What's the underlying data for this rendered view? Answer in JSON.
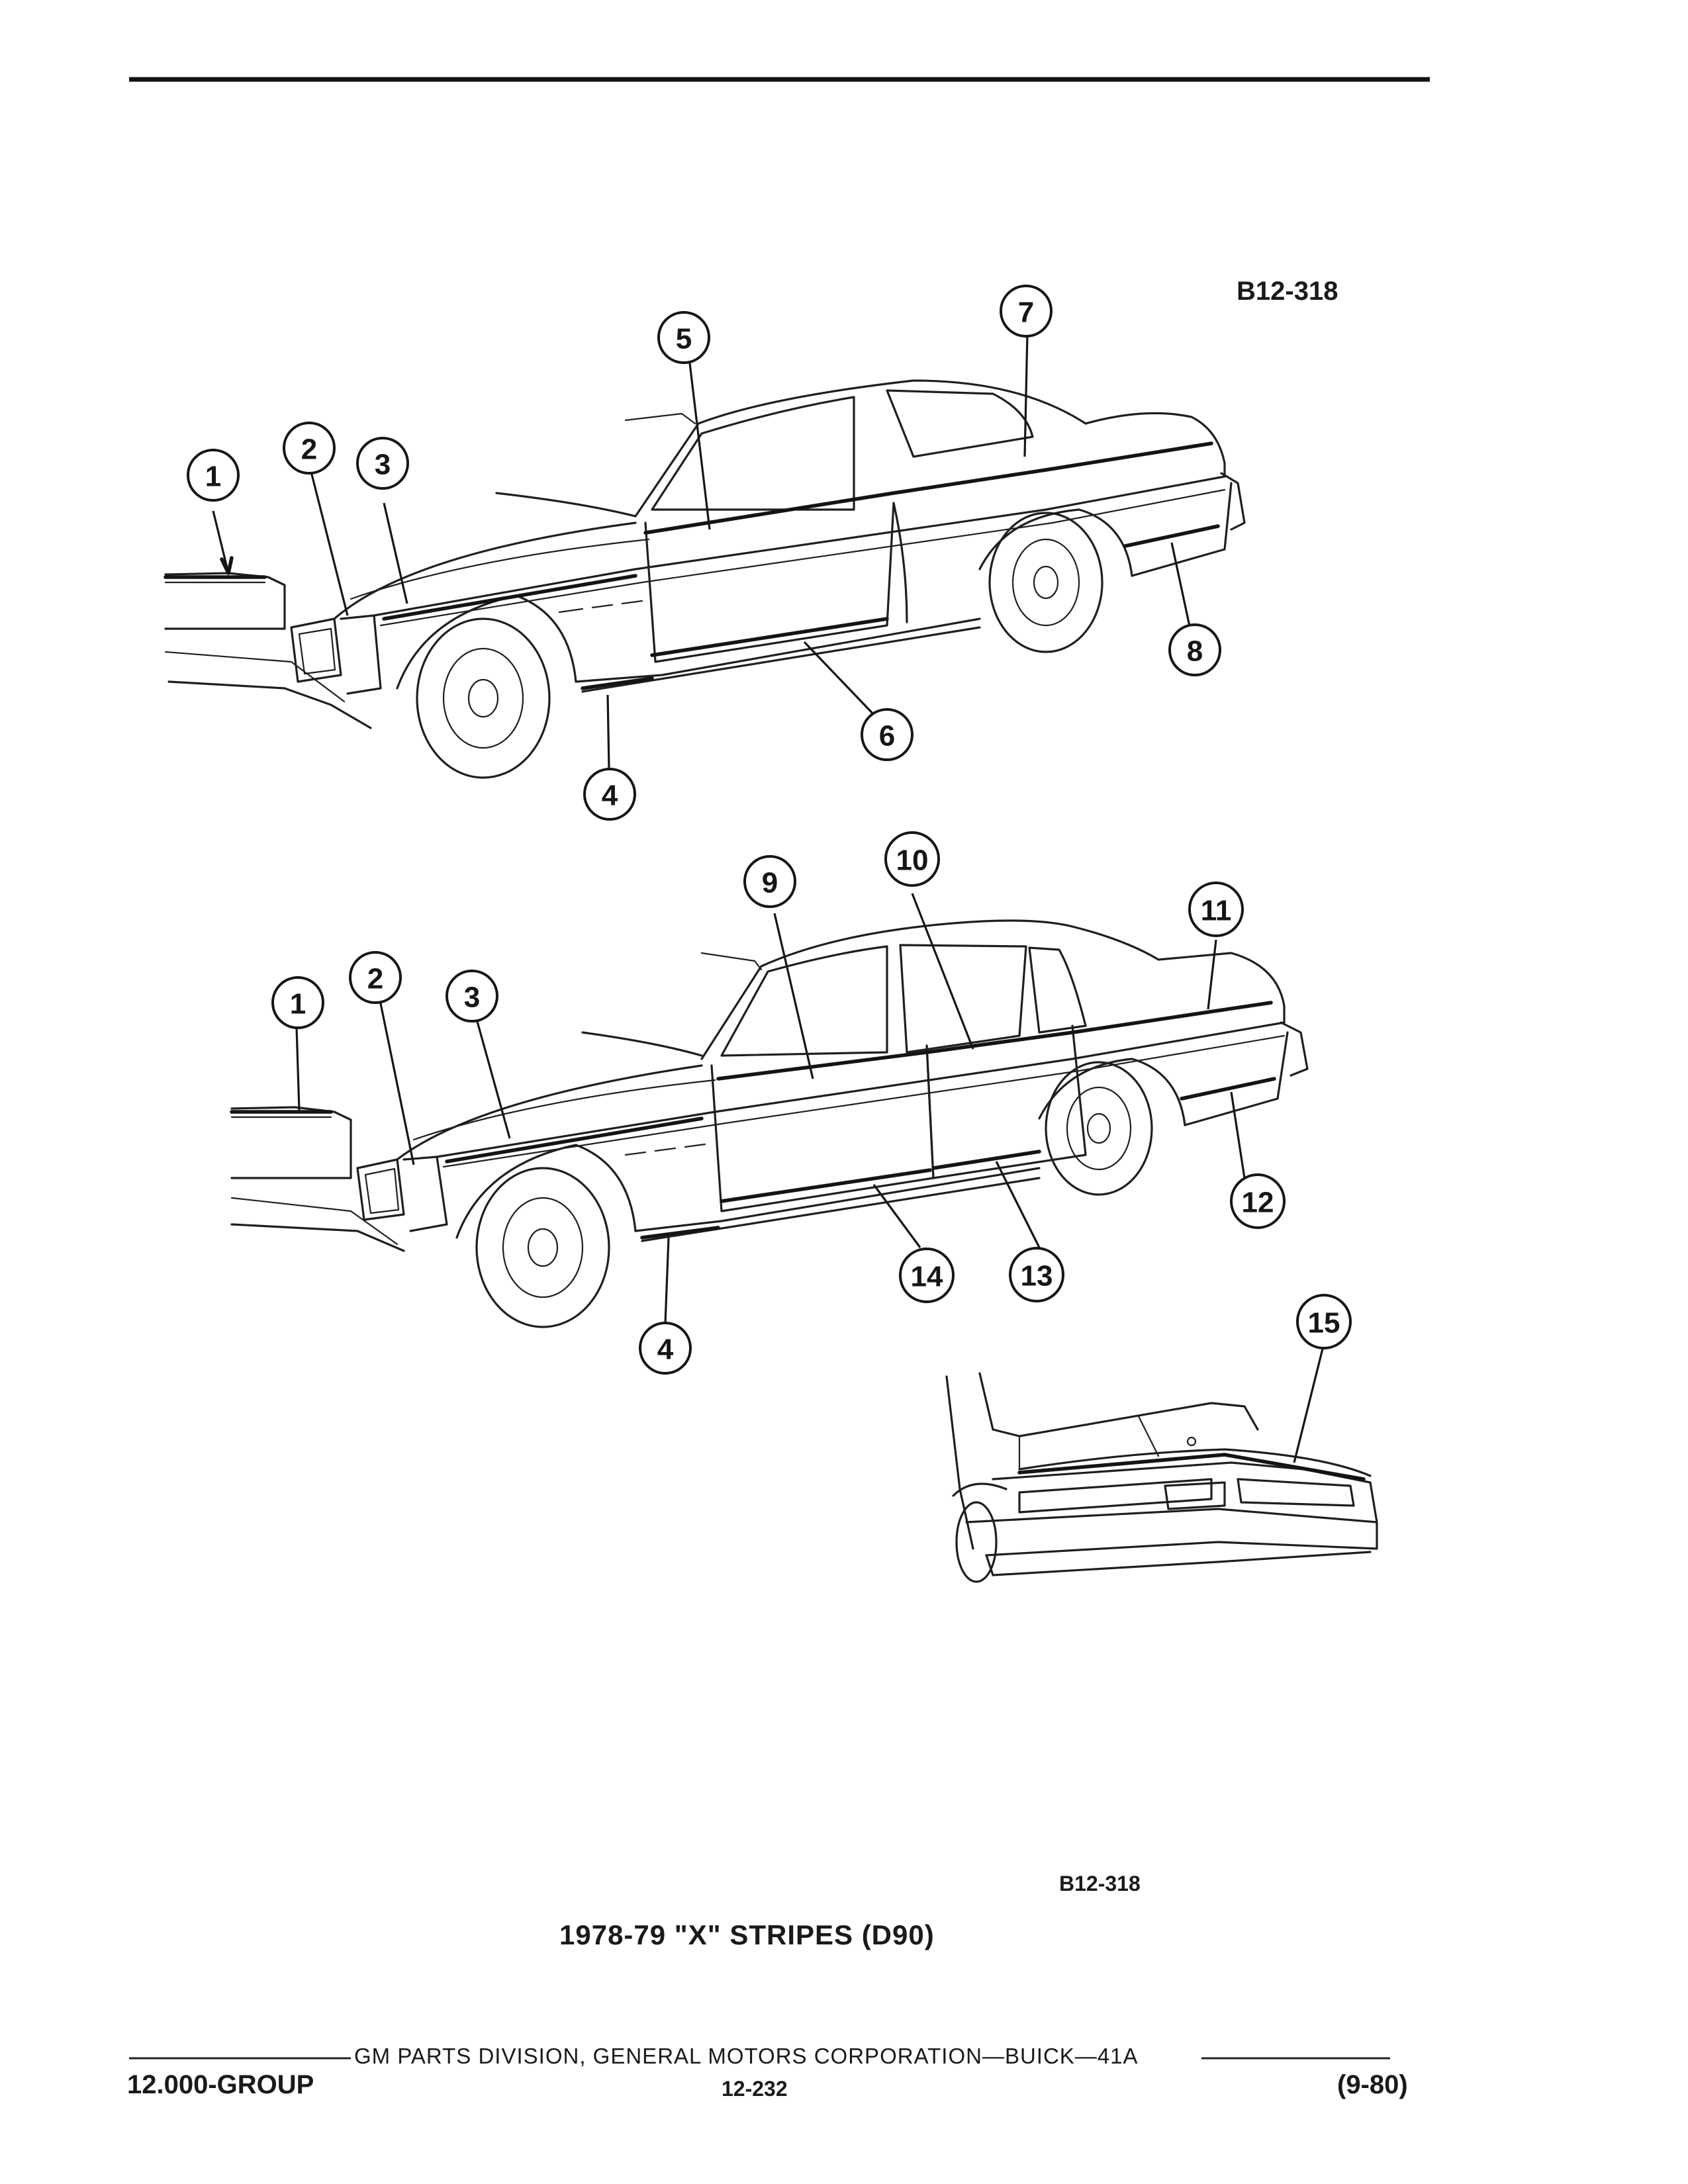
{
  "figure": {
    "code_top": "B12-318",
    "code_bottom": "B12-318",
    "caption": "1978-79 \"X\" STRIPES (D90)"
  },
  "callouts": {
    "c1a": "1",
    "c2a": "2",
    "c3a": "3",
    "c4a": "4",
    "c5": "5",
    "c6": "6",
    "c7": "7",
    "c8": "8",
    "c1b": "1",
    "c2b": "2",
    "c3b": "3",
    "c4b": "4",
    "c9": "9",
    "c10": "10",
    "c11": "11",
    "c12": "12",
    "c13": "13",
    "c14": "14",
    "c15": "15"
  },
  "footer": {
    "corporation": "GM PARTS DIVISION, GENERAL MOTORS CORPORATION—BUICK—41A",
    "group": "12.000-GROUP",
    "page": "12-232",
    "date": "(9-80)"
  }
}
